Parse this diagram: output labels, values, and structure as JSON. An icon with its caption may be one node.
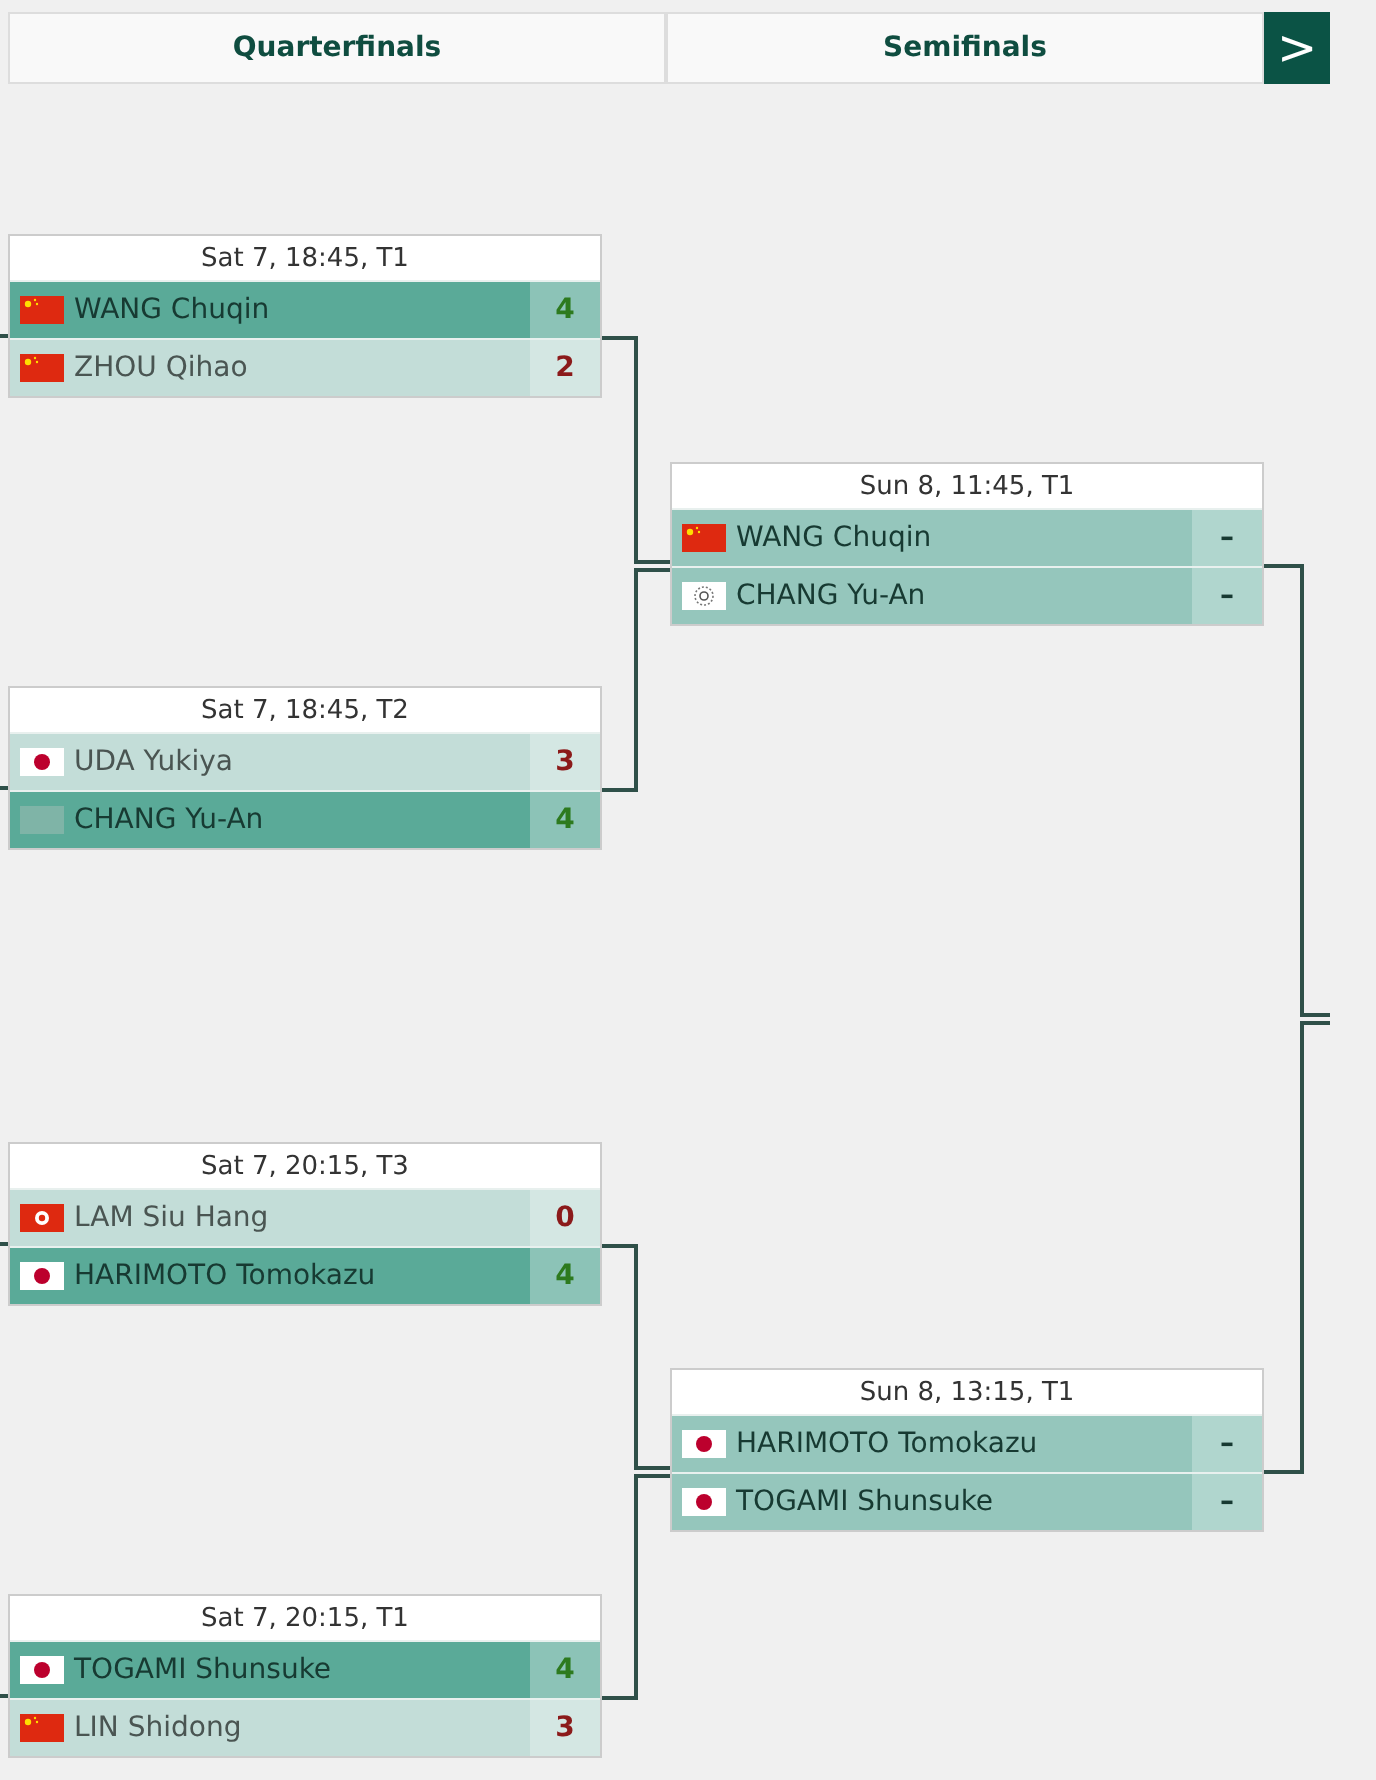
{
  "diagram": {
    "nodes": [
      {
        "text": [
          "Quarterfinals"
        ]
      },
      {
        "text": [
          "Semifinals"
        ]
      },
      {
        "text": [
          ">"
        ]
      },
      {
        "text": [
          "Sat 7, 18:45, T1"
        ]
      },
      {
        "text": [
          "WANG Chuqin",
          "4"
        ],
        "in": 3
      },
      {
        "text": [
          "ZHOU Qihao",
          "2"
        ],
        "in": 3
      },
      {
        "text": [
          "Sat 7, 18:45, T2"
        ]
      },
      {
        "text": [
          "UDA Yukiya",
          "3"
        ],
        "in": 6
      },
      {
        "text": [
          "CHANG Yu-An",
          "4"
        ],
        "in": 6
      },
      {
        "text": [
          "Sat 7, 20:15, T3"
        ]
      },
      {
        "text": [
          "LAM Siu Hang",
          "0"
        ],
        "in": 9
      },
      {
        "text": [
          "HARIMOTO Tomokazu",
          "4"
        ],
        "in": 9
      },
      {
        "text": [
          "Sat 7, 20:15, T1"
        ]
      },
      {
        "text": [
          "TOGAMI Shunsuke",
          "4"
        ],
        "in": 12
      },
      {
        "text": [
          "LIN Shidong",
          "3"
        ],
        "in": 12
      },
      {
        "text": [
          "Sun 8, 11:45, T1"
        ]
      },
      {
        "text": [
          "WANG Chuqin",
          "–"
        ],
        "in": 15
      },
      {
        "text": [
          "CHANG Yu-An",
          "–"
        ],
        "in": 15
      },
      {
        "text": [
          "Sun 8, 13:15, T1"
        ]
      },
      {
        "text": [
          "HARIMOTO Tomokazu",
          "–"
        ],
        "in": 18
      },
      {
        "text": [
          "TOGAMI Shunsuke",
          "–"
        ],
        "in": 18
      }
    ],
    "edges": [
      {
        "from": null,
        "to": 3,
        "arrow": "none"
      },
      {
        "from": null,
        "to": 6,
        "arrow": "none"
      },
      {
        "from": null,
        "to": 9,
        "arrow": "none"
      },
      {
        "from": null,
        "to": 12,
        "arrow": "none"
      },
      {
        "from": 3,
        "to": 15,
        "arrow": "none"
      },
      {
        "from": 6,
        "to": 15,
        "arrow": "none"
      },
      {
        "from": 9,
        "to": 18,
        "arrow": "none"
      },
      {
        "from": 12,
        "to": 18,
        "arrow": "none"
      },
      {
        "from": 15,
        "to": null,
        "arrow": "none"
      },
      {
        "from": 18,
        "to": null,
        "arrow": "none"
      }
    ]
  }
}
